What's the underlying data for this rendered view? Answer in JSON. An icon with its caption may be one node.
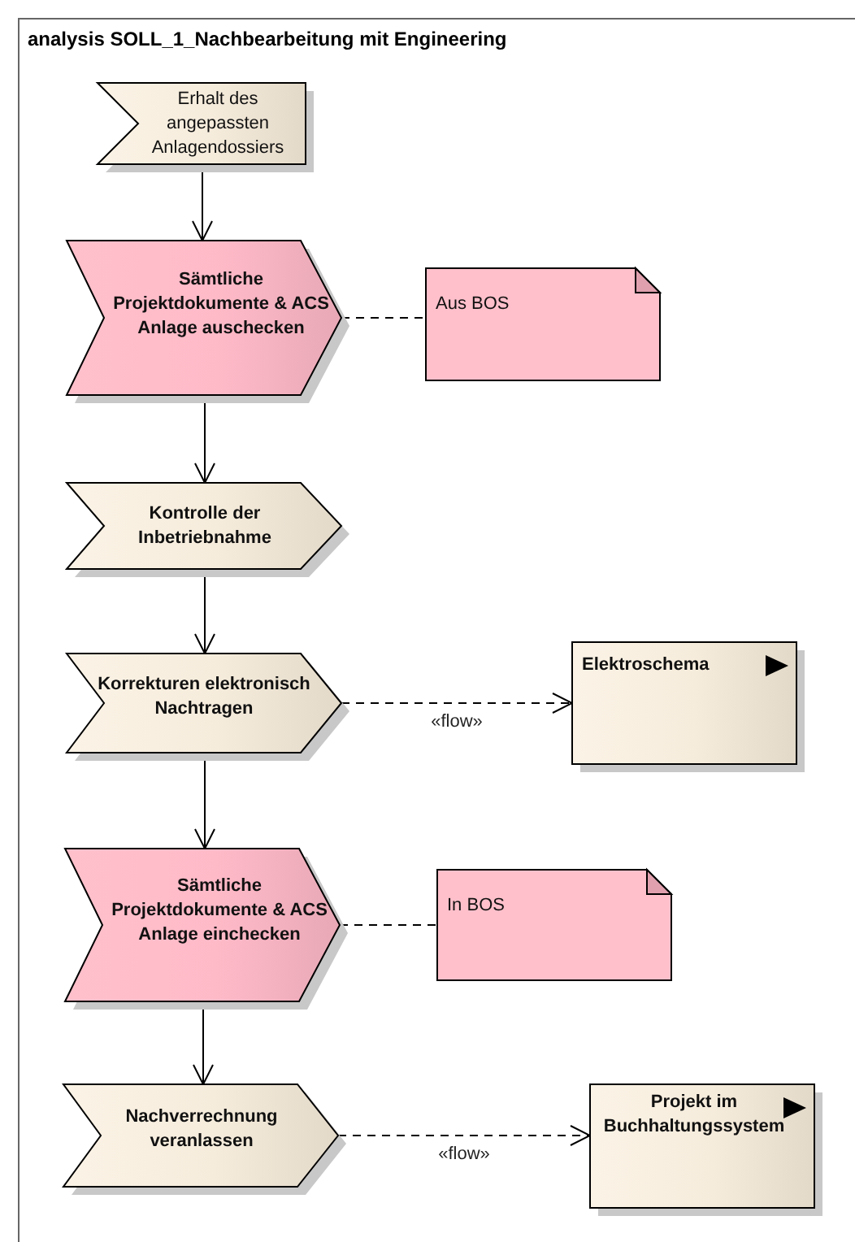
{
  "diagram": {
    "title": "analysis SOLL_1_Nachbearbeitung mit Engineering",
    "nodes": [
      {
        "text": [
          "Erhalt des angepassten Anlagendossiers"
        ]
      },
      {
        "text": [
          "Sämtliche Projektdokumente & ACS Anlage auschecken"
        ]
      },
      {
        "text": [
          "Aus BOS"
        ]
      },
      {
        "text": [
          "Kontrolle der Inbetriebnahme"
        ]
      },
      {
        "text": [
          "Korrekturen elektronisch Nachtragen"
        ]
      },
      {
        "text": [
          "Elektroschema"
        ]
      },
      {
        "text": [
          "Sämtliche Projektdokumente & ACS Anlage einchecken"
        ]
      },
      {
        "text": [
          "In BOS"
        ]
      },
      {
        "text": [
          "Nachverrechnung veranlassen"
        ]
      },
      {
        "text": [
          "Projekt im Buchhaltungssystem"
        ]
      }
    ],
    "edges": [
      {
        "from": 0,
        "to": 1,
        "arrow": "to"
      },
      {
        "from": 1,
        "to": 2,
        "arrow": "none",
        "style": "dashed"
      },
      {
        "from": 1,
        "to": 3,
        "arrow": "to"
      },
      {
        "from": 3,
        "to": 4,
        "arrow": "to"
      },
      {
        "from": 4,
        "to": 5,
        "arrow": "to",
        "style": "dashed",
        "label": "«flow»"
      },
      {
        "from": 4,
        "to": 6,
        "arrow": "to"
      },
      {
        "from": 6,
        "to": 7,
        "arrow": "none",
        "style": "dashed"
      },
      {
        "from": 6,
        "to": 8,
        "arrow": "to"
      },
      {
        "from": 8,
        "to": 9,
        "arrow": "to",
        "style": "dashed",
        "label": "«flow»"
      }
    ]
  }
}
